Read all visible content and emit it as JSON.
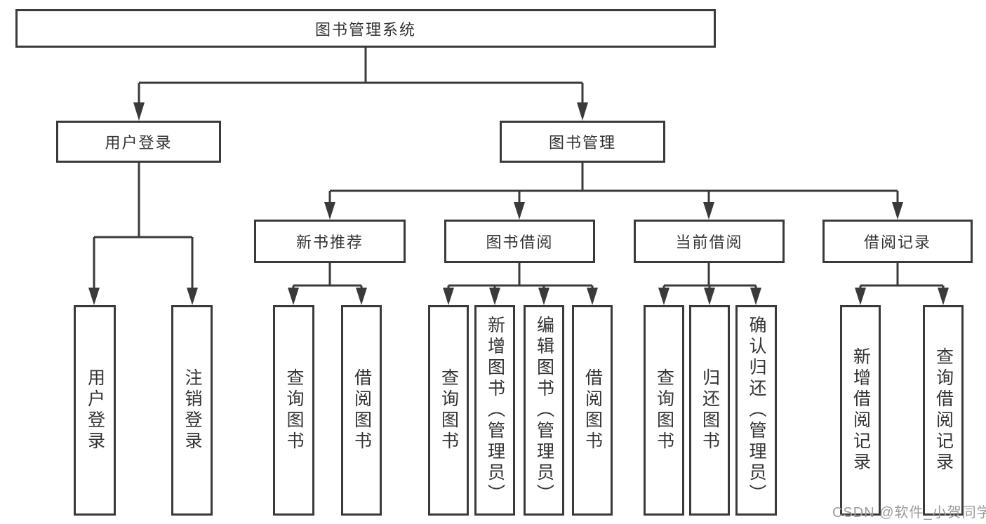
{
  "colors": {
    "line": "#3a3a3a",
    "text": "#333333",
    "box_border": "#3a3a3a",
    "box_background": "#ffffff",
    "background": "#ffffff",
    "watermark": "#9c9c9c"
  },
  "watermark": {
    "text": "CSDN @软件_小贺同学"
  },
  "tree": {
    "root": {
      "label": "图书管理系统"
    },
    "branches": [
      {
        "label": "用户登录",
        "children": [
          {
            "label": "用户登录"
          },
          {
            "label": "注销登录"
          }
        ]
      },
      {
        "label": "图书管理",
        "children": [
          {
            "label": "新书推荐",
            "children": [
              {
                "label": "查询图书"
              },
              {
                "label": "借阅图书"
              }
            ]
          },
          {
            "label": "图书借阅",
            "children": [
              {
                "label": "查询图书"
              },
              {
                "label": "新增图书（管理员）"
              },
              {
                "label": "编辑图书（管理员）"
              },
              {
                "label": "借阅图书"
              }
            ]
          },
          {
            "label": "当前借阅",
            "children": [
              {
                "label": "查询图书"
              },
              {
                "label": "归还图书"
              },
              {
                "label": "确认归还（管理员）"
              }
            ]
          },
          {
            "label": "借阅记录",
            "children": [
              {
                "label": "新增借阅记录"
              },
              {
                "label": "查询借阅记录"
              }
            ]
          }
        ]
      }
    ]
  }
}
